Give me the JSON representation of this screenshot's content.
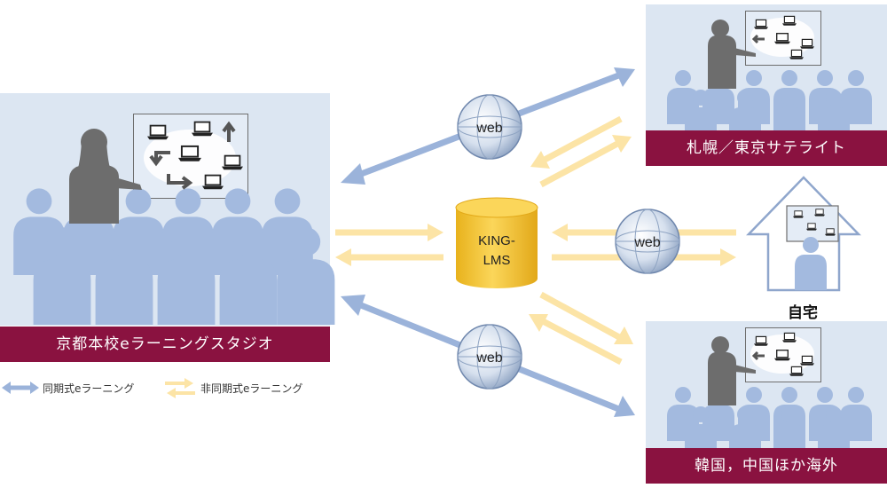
{
  "sites": {
    "main": {
      "label": "京都本校eラーニングスタジオ"
    },
    "satellite": {
      "label": "札幌／東京サテライト"
    },
    "overseas": {
      "label": "韓国，中国ほか海外"
    },
    "home": {
      "label": "自宅"
    }
  },
  "hub": {
    "line1": "KING-",
    "line2": "LMS"
  },
  "web_label": "web",
  "legend": {
    "sync": "同期式eラーニング",
    "async": "非同期式eラーニング"
  },
  "colors": {
    "sync_arrow": "#9bb3da",
    "async_arrow": "#fce4a6",
    "banner": "#8a1240",
    "panel": "#dce6f2",
    "audience": "#a3badf",
    "presenter": "#6d6d6d",
    "db": "#f3c22f"
  }
}
